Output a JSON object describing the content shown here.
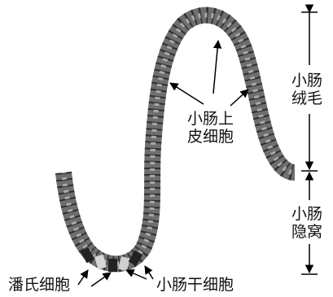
{
  "labels": {
    "villus": [
      "小肠",
      "绒毛"
    ],
    "crypt": [
      "小肠",
      "隐窝"
    ],
    "epithelial": [
      "小肠上",
      "皮细胞"
    ],
    "paneth": "潘氏细胞",
    "stem": "小肠干细胞"
  },
  "colors": {
    "cell_dark": "#3a3a3a",
    "cell_light": "#8a8a8a",
    "paneth_cell": "#2a2a2a",
    "stem_cell": "#c8c8c8",
    "line": "#000000"
  }
}
